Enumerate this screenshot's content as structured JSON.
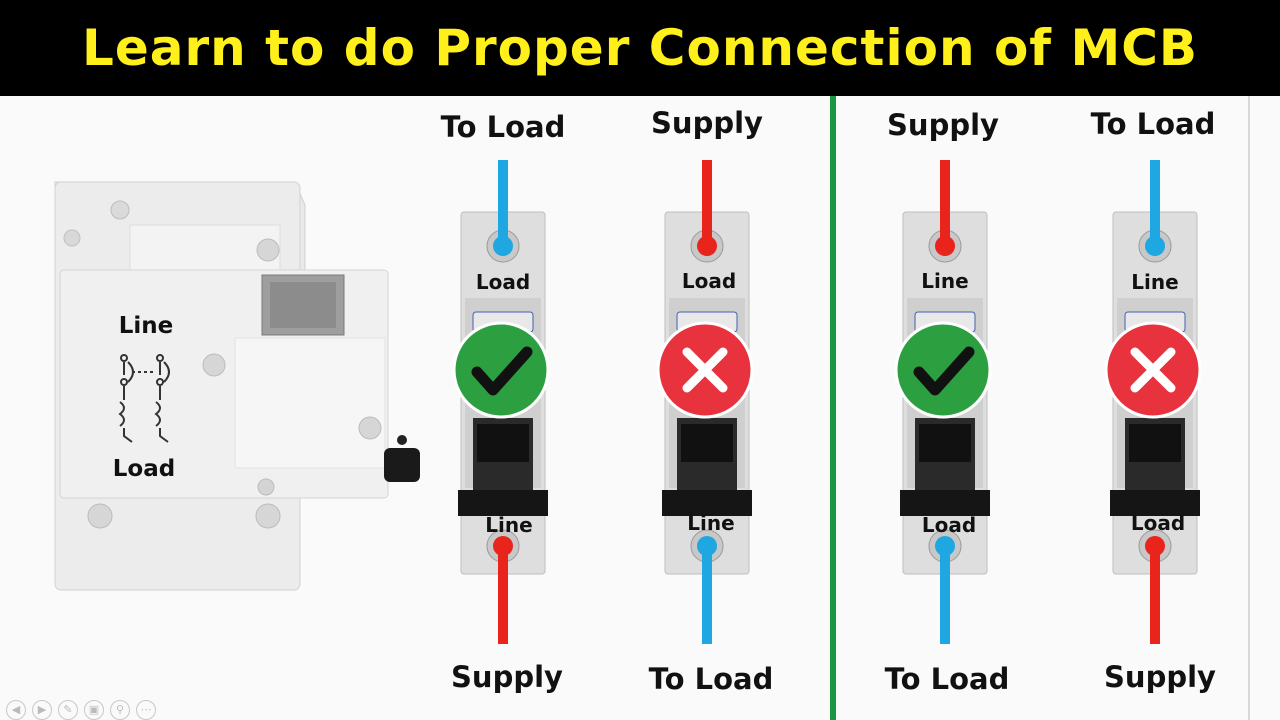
{
  "title": "Learn to do Proper Connection of MCB",
  "colors": {
    "title_text": "#ffef1a",
    "title_bg": "#000000",
    "divider": "#1a9645",
    "wire_blue": "#1ea7e1",
    "wire_red": "#e8241c",
    "check_green": "#2c9f41",
    "cross_red": "#e8323e"
  },
  "large_breaker": {
    "top_label": "Line",
    "bottom_label": "Load",
    "icon": "double-pole-breaker-icon"
  },
  "panels": [
    {
      "top_wire_label": "To Load",
      "top_terminal_label": "Load",
      "bottom_terminal_label": "Line",
      "bottom_wire_label": "Supply",
      "top_wire_color": "blue",
      "bottom_wire_color": "red",
      "status_icon": "check-icon",
      "correct": true
    },
    {
      "top_wire_label": "Supply",
      "top_terminal_label": "Load",
      "bottom_terminal_label": "Line",
      "bottom_wire_label": "To Load",
      "top_wire_color": "red",
      "bottom_wire_color": "blue",
      "status_icon": "cross-icon",
      "correct": false
    },
    {
      "top_wire_label": "Supply",
      "top_terminal_label": "Line",
      "bottom_terminal_label": "Load",
      "bottom_wire_label": "To Load",
      "top_wire_color": "red",
      "bottom_wire_color": "blue",
      "status_icon": "check-icon",
      "correct": true
    },
    {
      "top_wire_label": "To Load",
      "top_terminal_label": "Line",
      "bottom_terminal_label": "Load",
      "bottom_wire_label": "Supply",
      "top_wire_color": "blue",
      "bottom_wire_color": "red",
      "status_icon": "cross-icon",
      "correct": false
    }
  ]
}
